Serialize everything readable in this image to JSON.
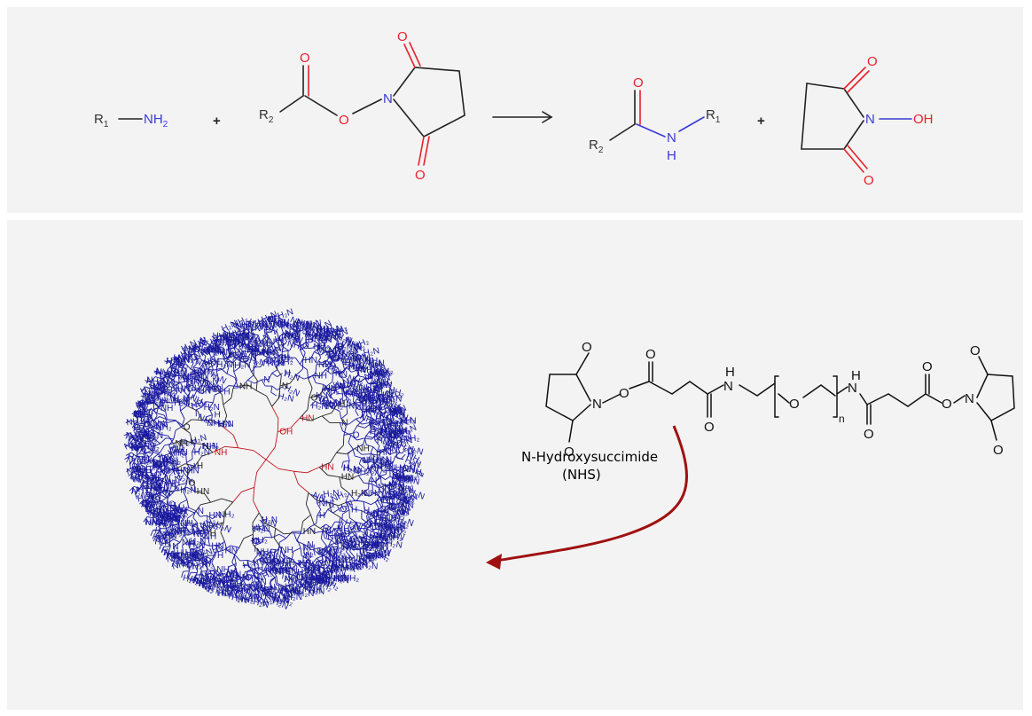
{
  "colors": {
    "bond": "#222222",
    "nitrogen": "#3a3ad8",
    "oxygen": "#e8202a",
    "dendrimer_outer": "#1a1a9e",
    "dendrimer_core": "#c0141c",
    "arrow_red": "#a01010",
    "panel_bg": "#f3f3f3"
  },
  "reaction": {
    "amine_r": "R",
    "amine_r_sub": "1",
    "amine_group": "NH",
    "amine_group_sub": "2",
    "plus": "+",
    "ester_r": "R",
    "ester_r_sub": "2",
    "atom_O": "O",
    "atom_N": "N",
    "atom_H": "H",
    "product_r1": "R",
    "product_r1_sub": "1",
    "product_r2": "R",
    "product_r2_sub": "2",
    "atom_OH": "OH"
  },
  "crosslinker": {
    "caption_line1": "N-Hydroxysuccimide",
    "caption_line2": "(NHS)",
    "atom_O": "O",
    "atom_N": "N",
    "atom_H": "H",
    "repeat_n": "n"
  },
  "dendrimer": {
    "outer_labels": [
      "H₂N",
      "NH₂",
      "HN",
      "NH",
      "O",
      "H",
      "N"
    ],
    "core_labels": [
      "NH",
      "HN",
      "O",
      "OH",
      "H₂N"
    ]
  }
}
